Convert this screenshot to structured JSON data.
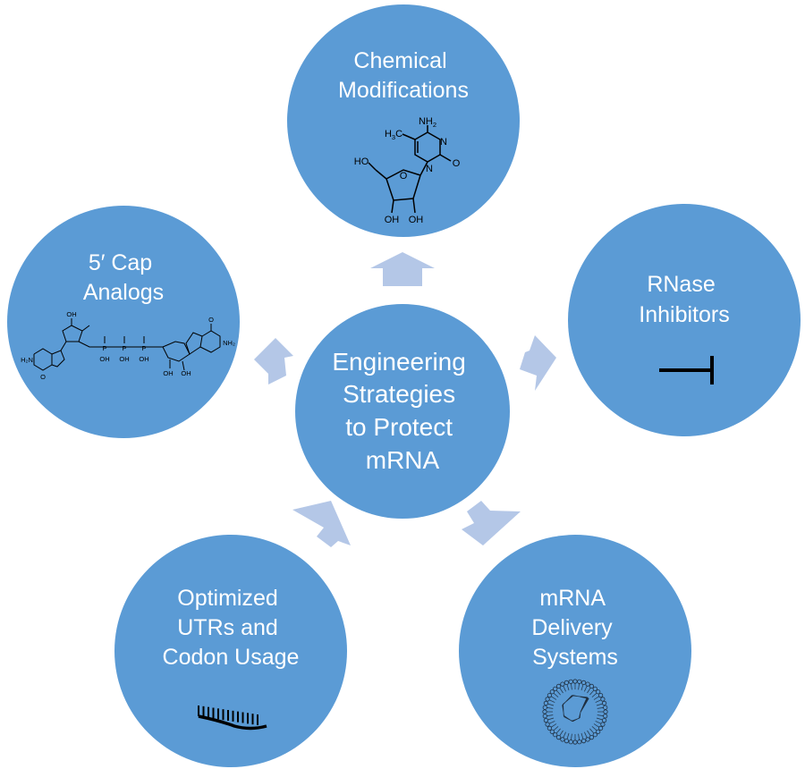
{
  "center": {
    "lines": [
      "Engineering",
      "Strategies",
      "to Protect",
      "mRNA"
    ]
  },
  "nodes": {
    "chemical": {
      "lines": [
        "Chemical",
        "Modifications"
      ],
      "icon": "modified-nucleoside-structure-icon",
      "chem": {
        "amine": "NH",
        "amine_sub": "2",
        "methyl": "H",
        "methyl_sub": "3",
        "methyl_c": "C",
        "n1": "N",
        "n2": "N",
        "carbonyl": "O",
        "hydroxyl_ho": "HO",
        "ring_o": "O",
        "oh_left": "OH",
        "oh_right": "OH"
      }
    },
    "rnase": {
      "lines": [
        "RNase",
        "Inhibitors"
      ],
      "icon": "inhibition-symbol-icon"
    },
    "delivery": {
      "lines": [
        "mRNA",
        "Delivery",
        "Systems"
      ],
      "icon": "lipid-nanoparticle-icon"
    },
    "utr": {
      "lines": [
        "Optimized",
        "UTRs and",
        "Codon Usage"
      ],
      "icon": "mrna-strand-icon"
    },
    "cap": {
      "lines": [
        "5′ Cap",
        "Analogs"
      ],
      "icon": "cap-analog-structure-icon",
      "chem": {
        "oh": "OH",
        "p1": "P",
        "p2": "P",
        "p3": "P",
        "n": "N",
        "nh": "NH",
        "o": "O",
        "oh_a": "OH",
        "oh_b": "OH",
        "oh_c": "OH",
        "oh_d": "OH",
        "oh_e": "OH",
        "nh2_l": "H₂N",
        "nh2_r": "NH₂"
      }
    }
  },
  "colors": {
    "circle": "#5b9bd5",
    "arrow": "#b4c7e7",
    "text": "#ffffff"
  }
}
